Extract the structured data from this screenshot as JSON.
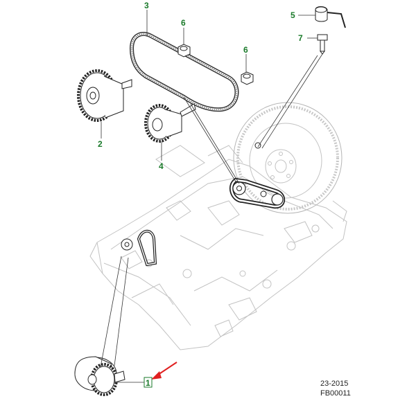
{
  "callouts": [
    {
      "id": "1",
      "label": "1"
    },
    {
      "id": "2",
      "label": "2"
    },
    {
      "id": "3",
      "label": "3"
    },
    {
      "id": "4",
      "label": "4"
    },
    {
      "id": "5",
      "label": "5"
    },
    {
      "id": "6a",
      "label": "6"
    },
    {
      "id": "6b",
      "label": "6"
    },
    {
      "id": "7",
      "label": "7"
    }
  ],
  "reference": {
    "code": "23-2015",
    "figure": "FB00011"
  },
  "colors": {
    "callout_text": "#1a7a2a",
    "arrow": "#e02020",
    "line": "#222222",
    "ghost": "#bfbfbf"
  }
}
